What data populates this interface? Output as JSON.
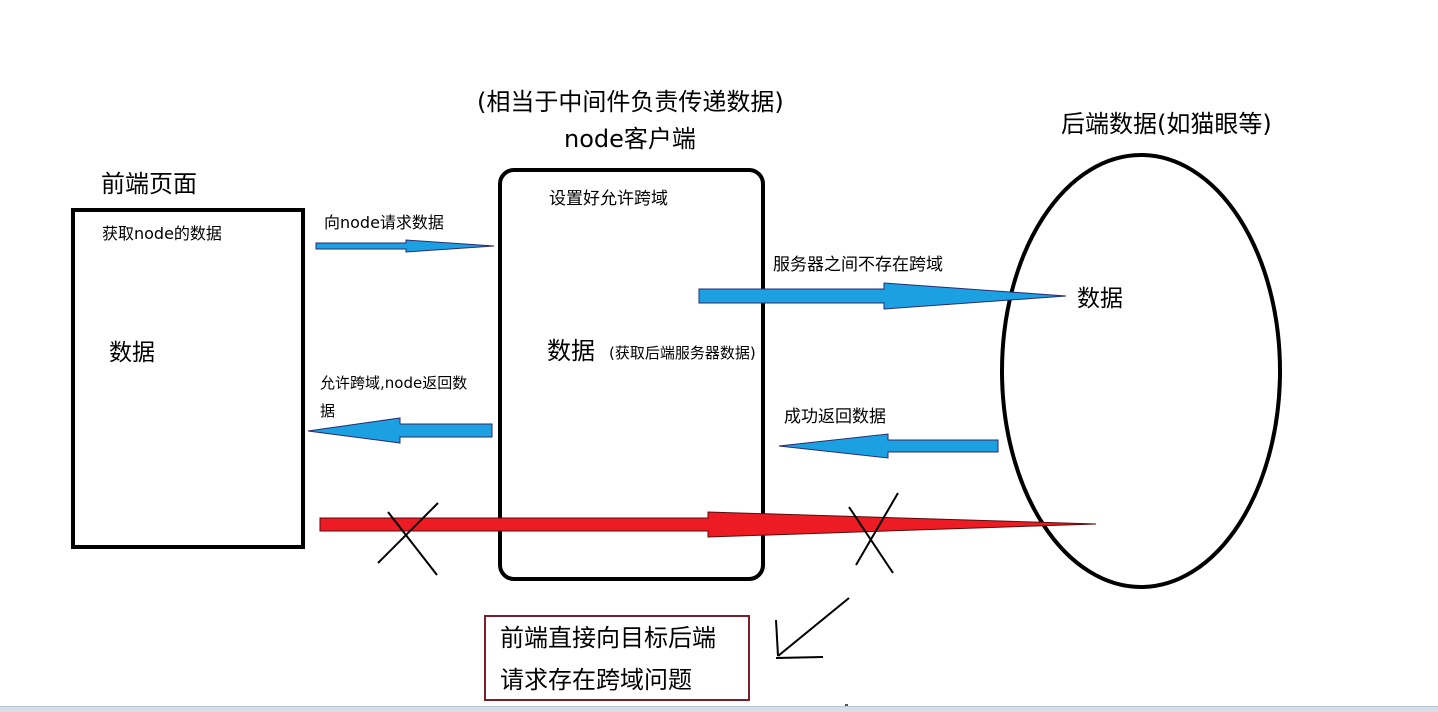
{
  "middleNote": "(相当于中间件负责传递数据)",
  "nodeTitle": "node客户端",
  "frontend": {
    "title": "前端页面",
    "getNode": "获取node的数据",
    "data": "数据"
  },
  "node": {
    "cors": "设置好允许跨域",
    "data": "数据",
    "fetchNote": "(获取后端服务器数据)"
  },
  "backend": {
    "title": "后端数据(如猫眼等)",
    "data": "数据"
  },
  "arrows": {
    "requestNode": "向node请求数据",
    "nodeReturn": "允许跨域,node返回数据",
    "serverNoCors": "服务器之间不存在跨域",
    "successReturn": "成功返回数据"
  },
  "warning": {
    "line1": "前端直接向目标后端",
    "line2": "请求存在跨域问题"
  },
  "colors": {
    "arrowBlue": "#1ba1e2",
    "arrowRed": "#ed1c24",
    "noteBorder": "#7a1f2b"
  }
}
